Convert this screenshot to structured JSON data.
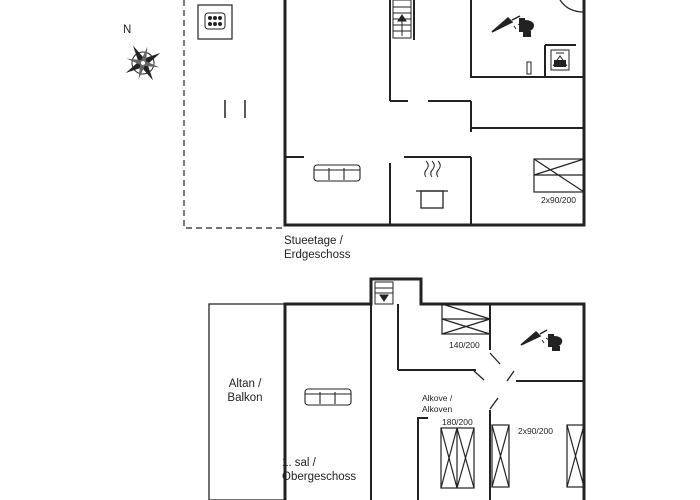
{
  "colors": {
    "wall": "#222222",
    "line": "#333333",
    "background": "#ffffff"
  },
  "compass": {
    "north_label": "N",
    "icon": "compass-rose-icon"
  },
  "ground_floor": {
    "label_line1": "Stueetage /",
    "label_line2": "Erdgeschoss",
    "bed_label": "2x90/200",
    "icons": [
      "jacuzzi-icon",
      "staircase-icon",
      "shower-icon",
      "toilet-icon",
      "washing-machine-icon",
      "sofa-icon",
      "cooking-pot-icon",
      "bed-icon"
    ]
  },
  "first_floor": {
    "label_line1": "1. sal /",
    "label_line2": "Obergeschoss",
    "balcony_line1": "Altan /",
    "balcony_line2": "Balkon",
    "alcove_line1": "Alkove /",
    "alcove_line2": "Alkoven",
    "bed_140_label": "140/200",
    "bed_180_label": "180/200",
    "bed_2x90_label": "2x90/200",
    "icons": [
      "staircase-icon",
      "sofa-icon",
      "shower-icon",
      "toilet-icon",
      "bed-icon"
    ]
  }
}
